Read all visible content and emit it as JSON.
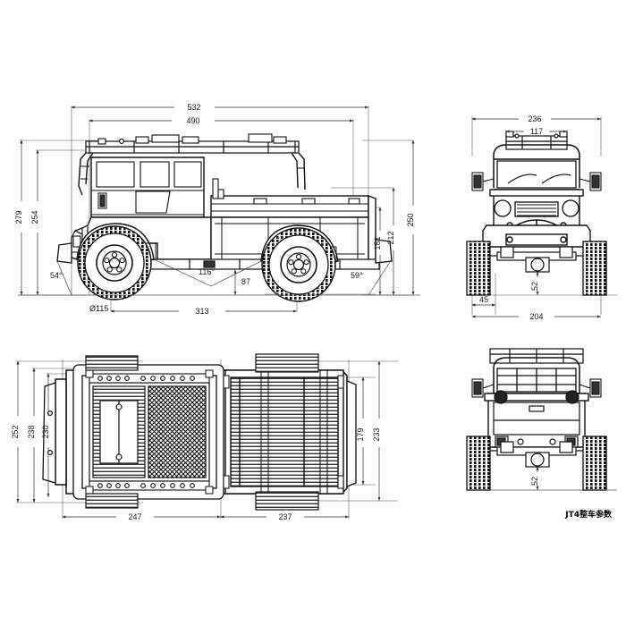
{
  "drawing": {
    "title_block": "JT4整车参数",
    "background_color": "#ffffff",
    "line_color": "#1a1a1a",
    "dimension_color": "#333333"
  },
  "views": {
    "side": {
      "name": "side-elevation-view",
      "dimensions": {
        "overall_length": "532",
        "body_length": "490",
        "overall_height": "279",
        "roof_height": "254",
        "wheelbase": "313",
        "ground_clearance": "87",
        "tire_diameter": "Ø115",
        "approach_angle": "54°",
        "breakover_angle": "116°",
        "departure_angle": "59°",
        "bed_height": "181",
        "cab_height": "212",
        "rack_height": "250"
      }
    },
    "front": {
      "name": "front-elevation-view",
      "dimensions": {
        "overall_width": "236",
        "rack_width": "117",
        "tire_width": "45",
        "track_width": "204",
        "axle_clearance": "52"
      }
    },
    "top": {
      "name": "top-plan-view",
      "dimensions": {
        "overall_width": "252",
        "body_width": "238",
        "cab_width": "230",
        "bed_width": "179",
        "rear_width": "233",
        "cab_length": "247",
        "bed_length": "237"
      }
    },
    "rear": {
      "name": "rear-elevation-view",
      "dimensions": {
        "axle_clearance": "52"
      }
    }
  }
}
